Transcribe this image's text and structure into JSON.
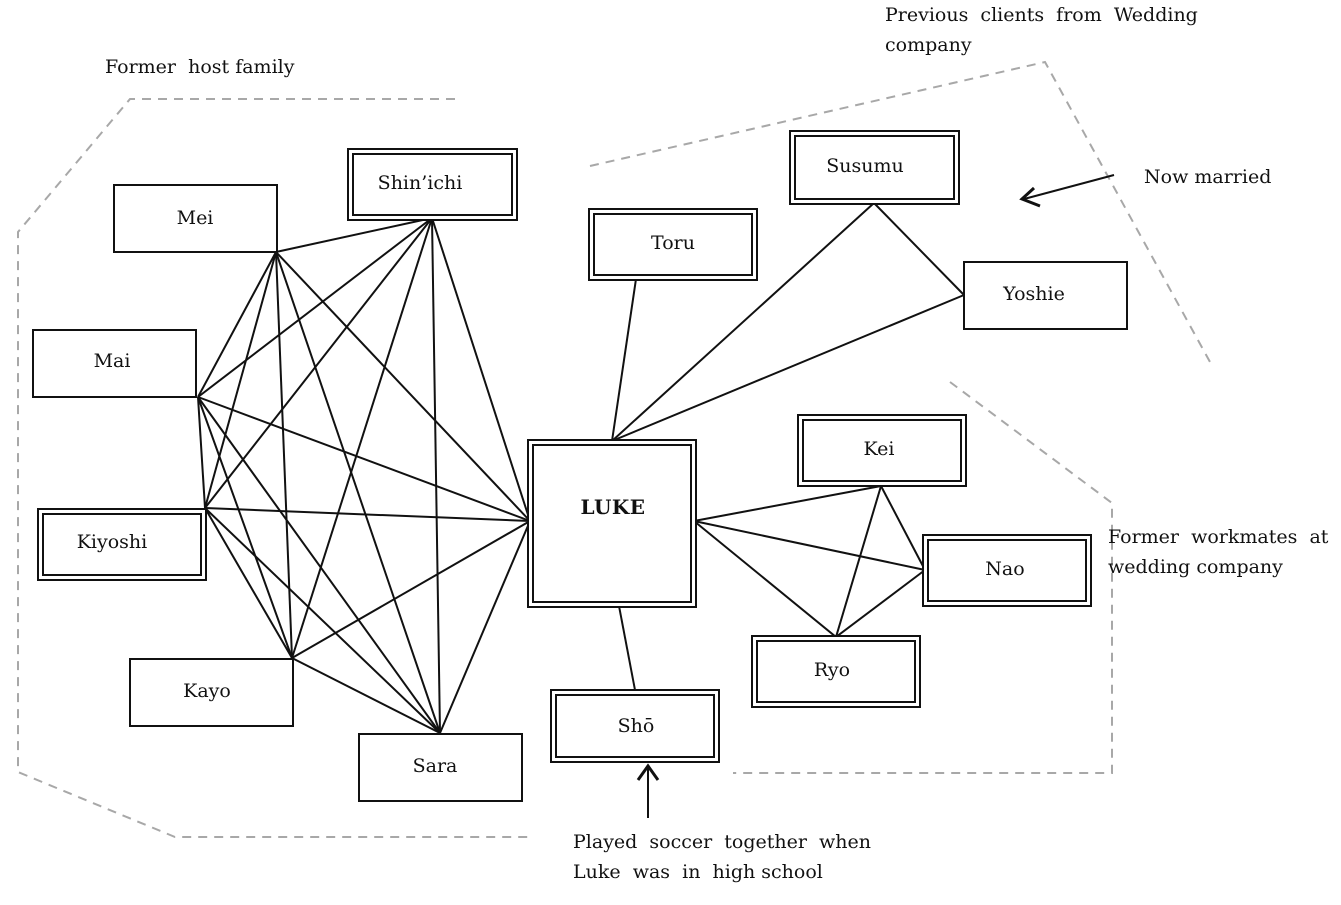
{
  "nodes": {
    "mei": "Mei",
    "shinichi": "Shin’ichi",
    "mai": "Mai",
    "kiyoshi": "Kiyoshi",
    "kayo": "Kayo",
    "sara": "Sara",
    "luke": "LUKE",
    "toru": "Toru",
    "susumu": "Susumu",
    "yoshie": "Yoshie",
    "kei": "Kei",
    "nao": "Nao",
    "ryo": "Ryo",
    "sho": "Shō"
  },
  "annotations": {
    "host_family": "Former  host family",
    "wedding_clients": "Previous  clients  from  Wedding\ncompany",
    "now_married": "Now married",
    "workmates": "Former  workmates  at\nwedding company",
    "soccer": "Played  soccer  together  when\nLuke  was  in  high school"
  }
}
